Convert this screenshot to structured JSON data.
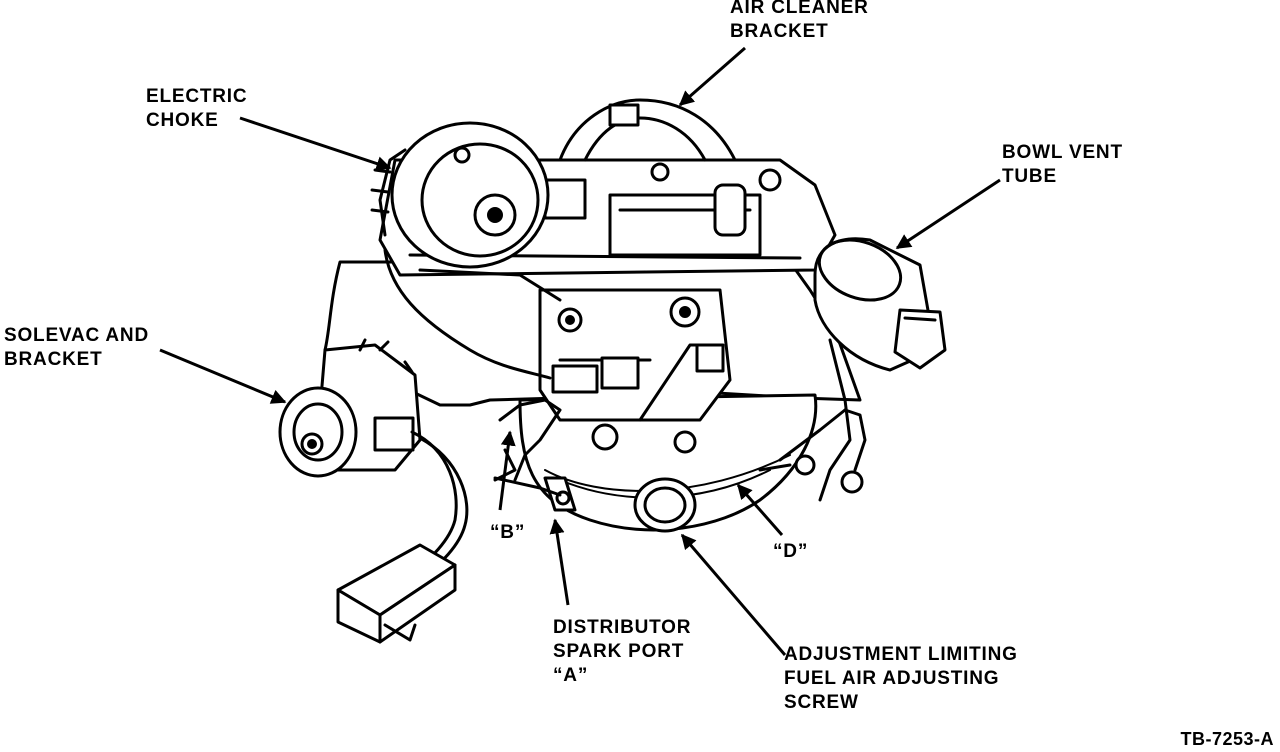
{
  "labels": {
    "air_cleaner_bracket": [
      "AIR CLEANER",
      "BRACKET"
    ],
    "electric_choke": [
      "ELECTRIC",
      "CHOKE"
    ],
    "bowl_vent_tube": [
      "BOWL VENT",
      "TUBE"
    ],
    "solevac_bracket": [
      "SOLEVAC AND",
      "BRACKET"
    ],
    "point_b": [
      "“B”"
    ],
    "point_d": [
      "“D”"
    ],
    "distributor_spark_port": [
      "DISTRIBUTOR",
      "SPARK PORT",
      "“A”"
    ],
    "adjustment_limiting": [
      "ADJUSTMENT LIMITING",
      "FUEL AIR ADJUSTING",
      "SCREW"
    ]
  },
  "figure_id": "TB-7253-A"
}
